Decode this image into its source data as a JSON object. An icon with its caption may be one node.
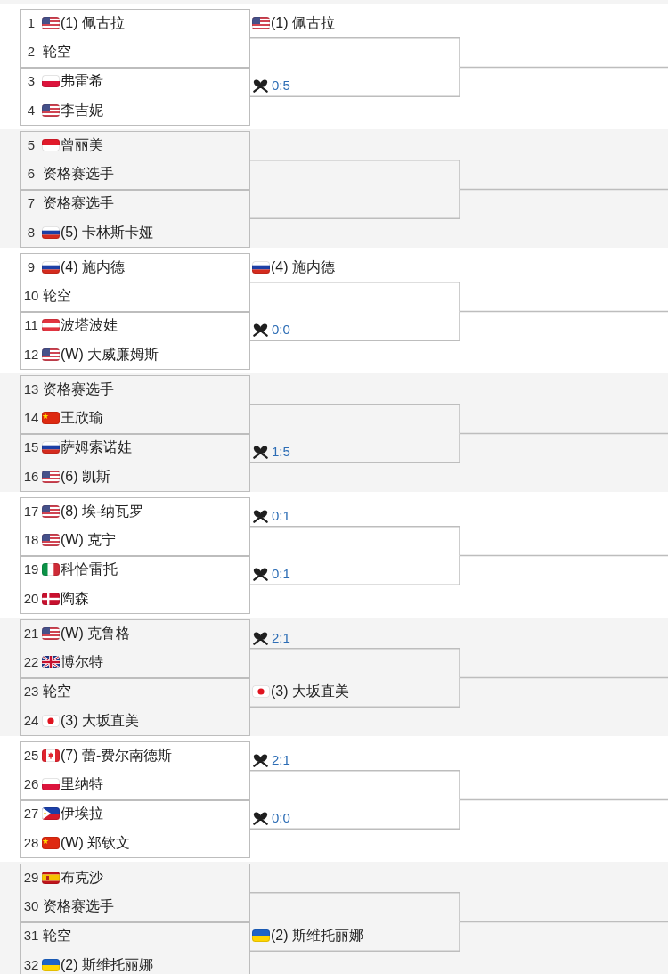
{
  "diagram": {
    "nodes": [
      {
        "text": [
          "1",
          "(1) 佩古拉",
          "2",
          "轮空"
        ]
      },
      {
        "text": [
          "3",
          "弗雷希",
          "4",
          "李吉妮"
        ]
      },
      {
        "text": [
          "5",
          "曾丽美",
          "6",
          "资格赛选手"
        ]
      },
      {
        "text": [
          "7",
          "资格赛选手",
          "8",
          "(5) 卡林斯卡娅"
        ]
      },
      {
        "text": [
          "9",
          "(4) 施内德",
          "10",
          "轮空"
        ]
      },
      {
        "text": [
          "11",
          "波塔波娃",
          "12",
          "(W) 大威廉姆斯"
        ]
      },
      {
        "text": [
          "13",
          "资格赛选手",
          "14",
          "王欣瑜"
        ]
      },
      {
        "text": [
          "15",
          "萨姆索诺娃",
          "16",
          "(6) 凯斯"
        ]
      },
      {
        "text": [
          "17",
          "(8) 埃-纳瓦罗",
          "18",
          "(W) 克宁"
        ]
      },
      {
        "text": [
          "19",
          "科恰雷托",
          "20",
          "陶森"
        ]
      },
      {
        "text": [
          "21",
          "(W) 克鲁格",
          "22",
          "博尔特"
        ]
      },
      {
        "text": [
          "23",
          "轮空",
          "24",
          "(3) 大坂直美"
        ]
      },
      {
        "text": [
          "25",
          "(7) 蕾-费尔南德斯",
          "26",
          "里纳特"
        ]
      },
      {
        "text": [
          "27",
          "伊埃拉",
          "28",
          "(W) 郑钦文"
        ]
      },
      {
        "text": [
          "29",
          "布克沙",
          "30",
          "资格赛选手"
        ]
      },
      {
        "text": [
          "31",
          "轮空",
          "32",
          "(2) 斯维托丽娜"
        ]
      }
    ],
    "edges": [
      {
        "from": 0,
        "to": null,
        "arrow": "none",
        "label": "(1) 佩古拉"
      },
      {
        "from": 1,
        "to": null,
        "arrow": "none",
        "label": "0:5"
      },
      {
        "from": 2,
        "to": null,
        "arrow": "none"
      },
      {
        "from": 3,
        "to": null,
        "arrow": "none"
      },
      {
        "from": 4,
        "to": null,
        "arrow": "none",
        "label": "(4) 施内德"
      },
      {
        "from": 5,
        "to": null,
        "arrow": "none",
        "label": "0:0"
      },
      {
        "from": 6,
        "to": null,
        "arrow": "none"
      },
      {
        "from": 7,
        "to": null,
        "arrow": "none",
        "label": "1:5"
      },
      {
        "from": 8,
        "to": null,
        "arrow": "none",
        "label": "0:1"
      },
      {
        "from": 9,
        "to": null,
        "arrow": "none",
        "label": "0:1"
      },
      {
        "from": 10,
        "to": null,
        "arrow": "none",
        "label": "2:1"
      },
      {
        "from": 11,
        "to": null,
        "arrow": "none",
        "label": "(3) 大坂直美"
      },
      {
        "from": 12,
        "to": null,
        "arrow": "none",
        "label": "2:1"
      },
      {
        "from": 13,
        "to": null,
        "arrow": "none",
        "label": "0:0"
      },
      {
        "from": 14,
        "to": null,
        "arrow": "none"
      },
      {
        "from": 15,
        "to": null,
        "arrow": "none",
        "label": "(2) 斯维托丽娜"
      }
    ]
  }
}
